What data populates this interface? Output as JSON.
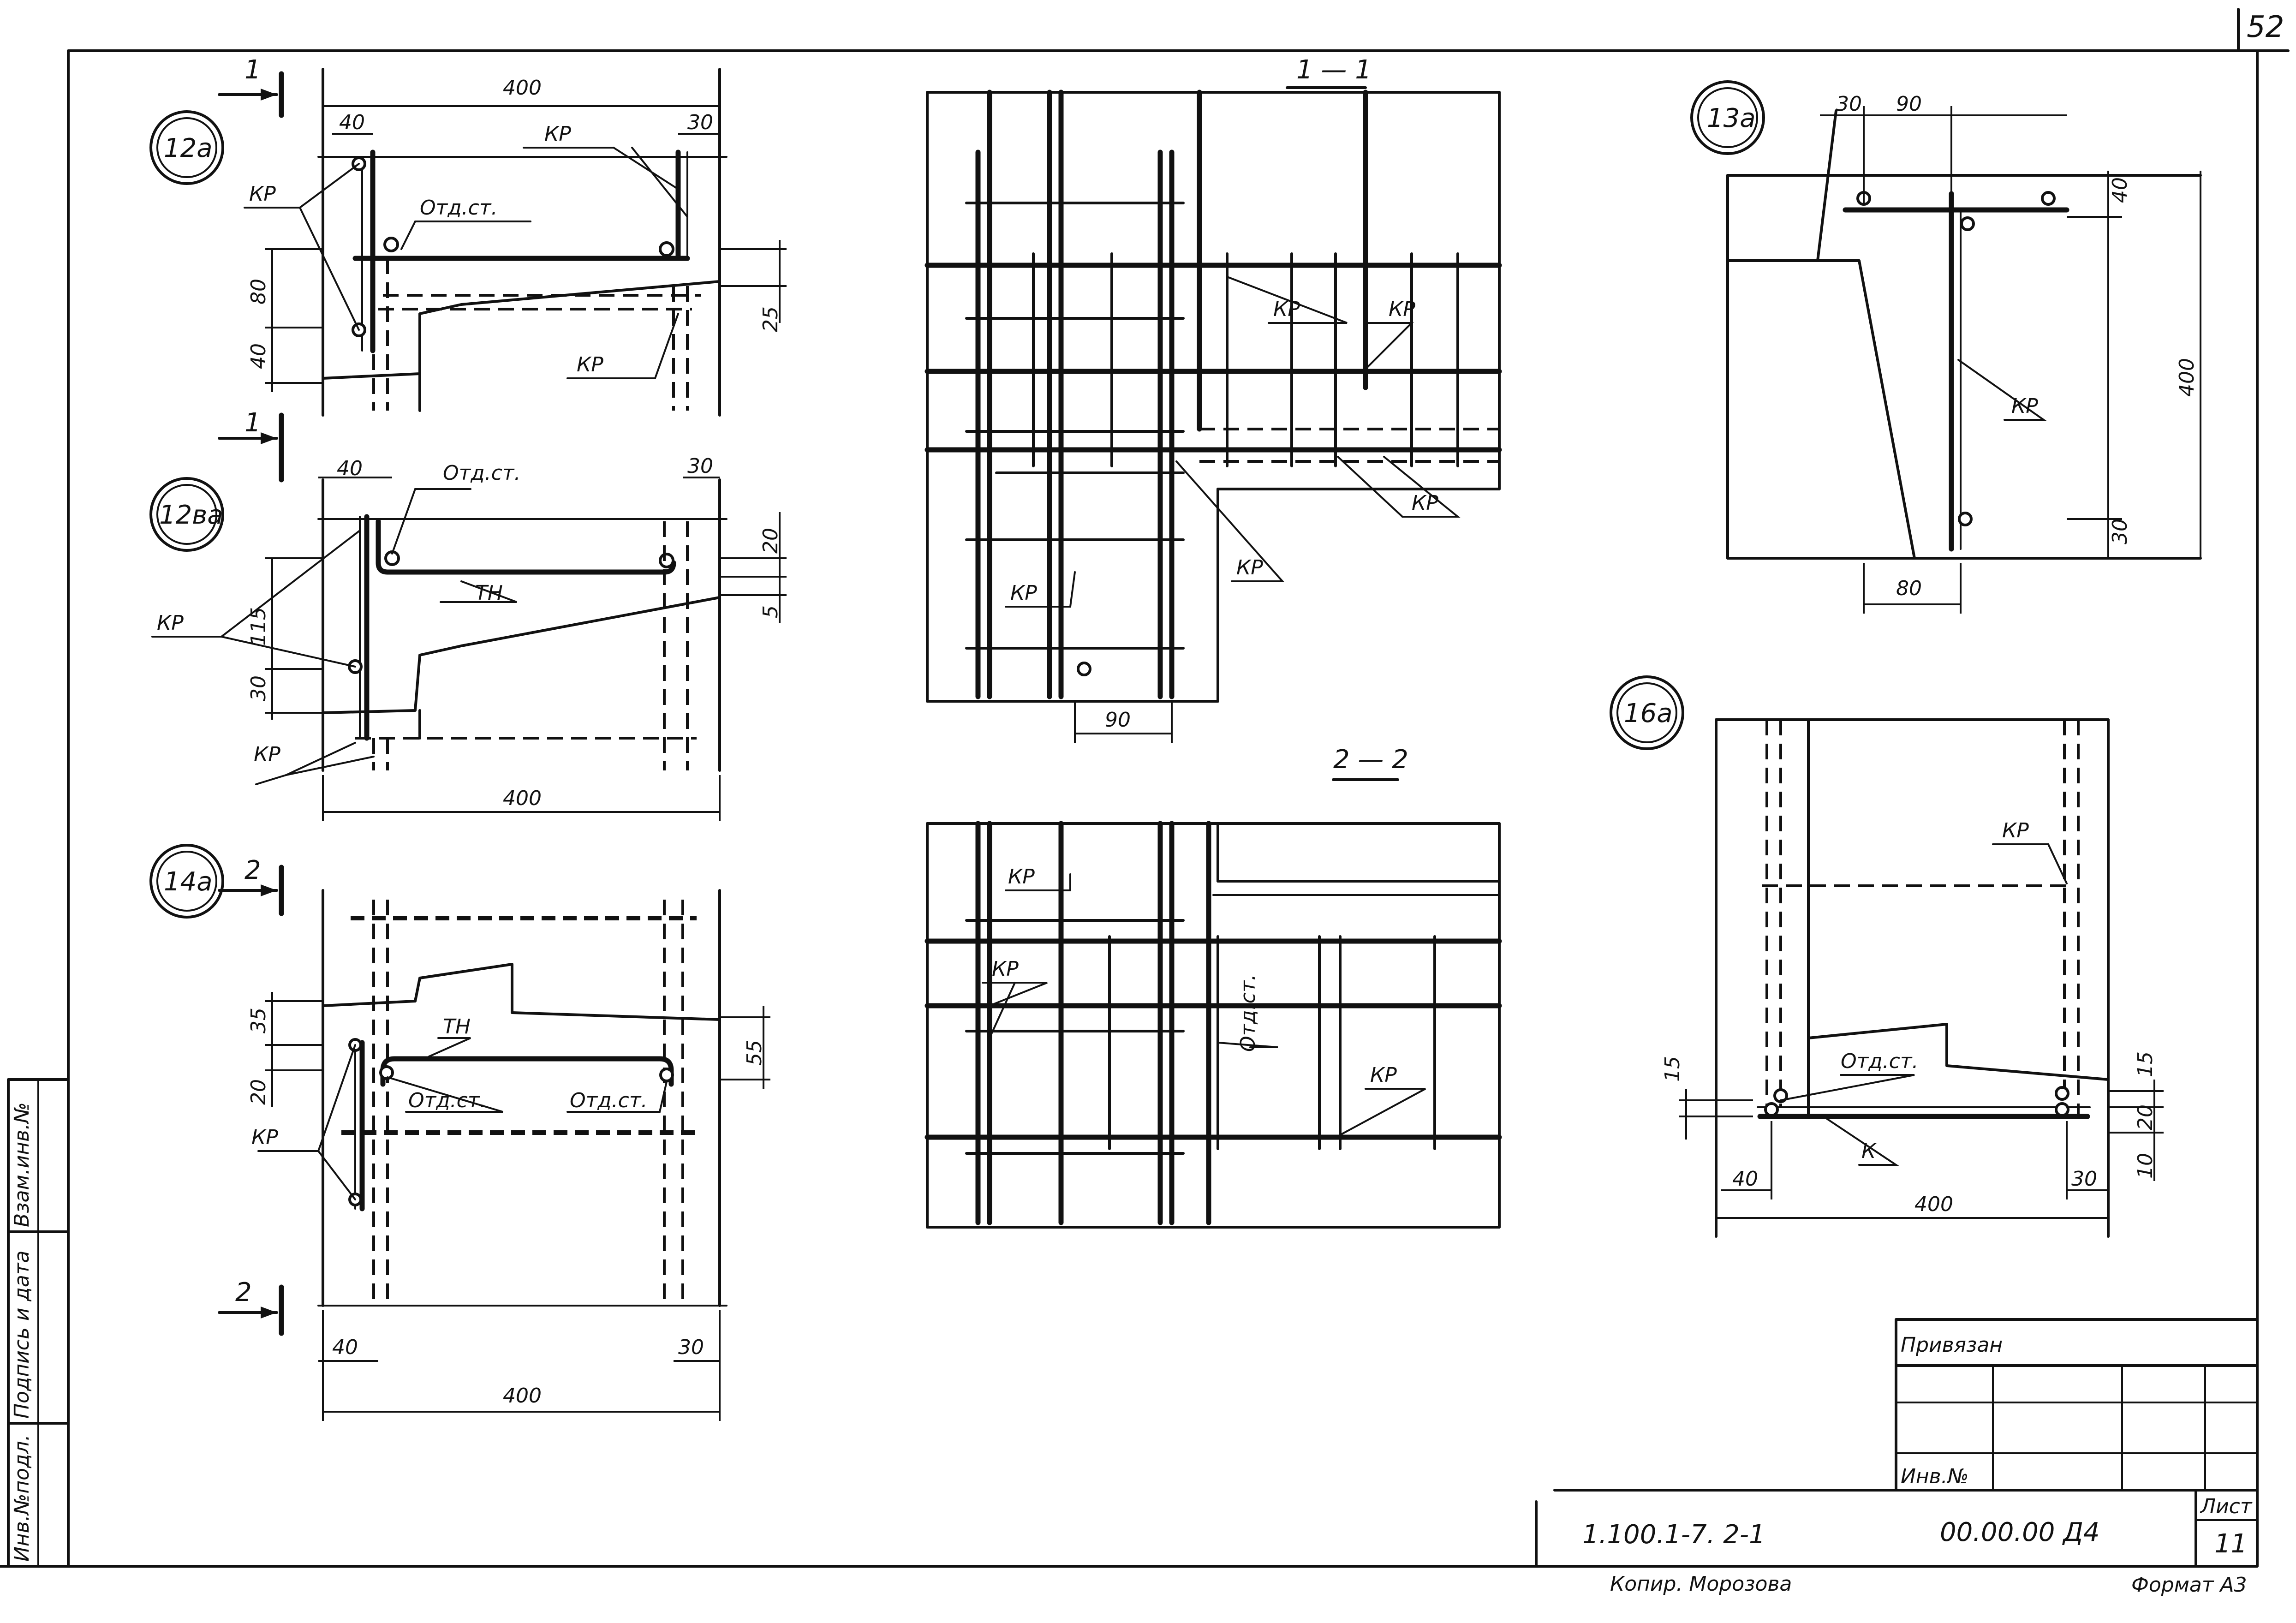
{
  "sheet_corner_number": "52",
  "details": {
    "d12a": "12а",
    "d12va": "12ва",
    "d14a": "14а",
    "d13a": "13а",
    "d16a": "16а"
  },
  "sections": {
    "s1": "1",
    "s2": "2",
    "s11": "1 — 1",
    "s22": "2 — 2"
  },
  "labels": {
    "kr": "КР",
    "otd_st": "Отд.ст.",
    "tn": "ТН",
    "k": "К"
  },
  "dims": {
    "d400": "400",
    "d40": "40",
    "d30": "30",
    "d80": "80",
    "d25": "25",
    "d20": "20",
    "d5": "5",
    "d115": "115",
    "d35": "35",
    "d55": "55",
    "d90": "90",
    "d15": "15",
    "d10": "10"
  },
  "title_block": {
    "privyazan": "Привязан",
    "inv_no": "Инв.№",
    "code_left": "1.100.1-7. 2-1",
    "code_right": "00.00.00 Д4",
    "list_label": "Лист",
    "list_no": "11"
  },
  "side_stamp": {
    "inv_podl": "Инв.№подл.",
    "podpis": "Подпись и дата",
    "vzam": "Взам.инв.№"
  },
  "footer": {
    "copier": "Копир. Морозова",
    "format": "Формат А3"
  }
}
